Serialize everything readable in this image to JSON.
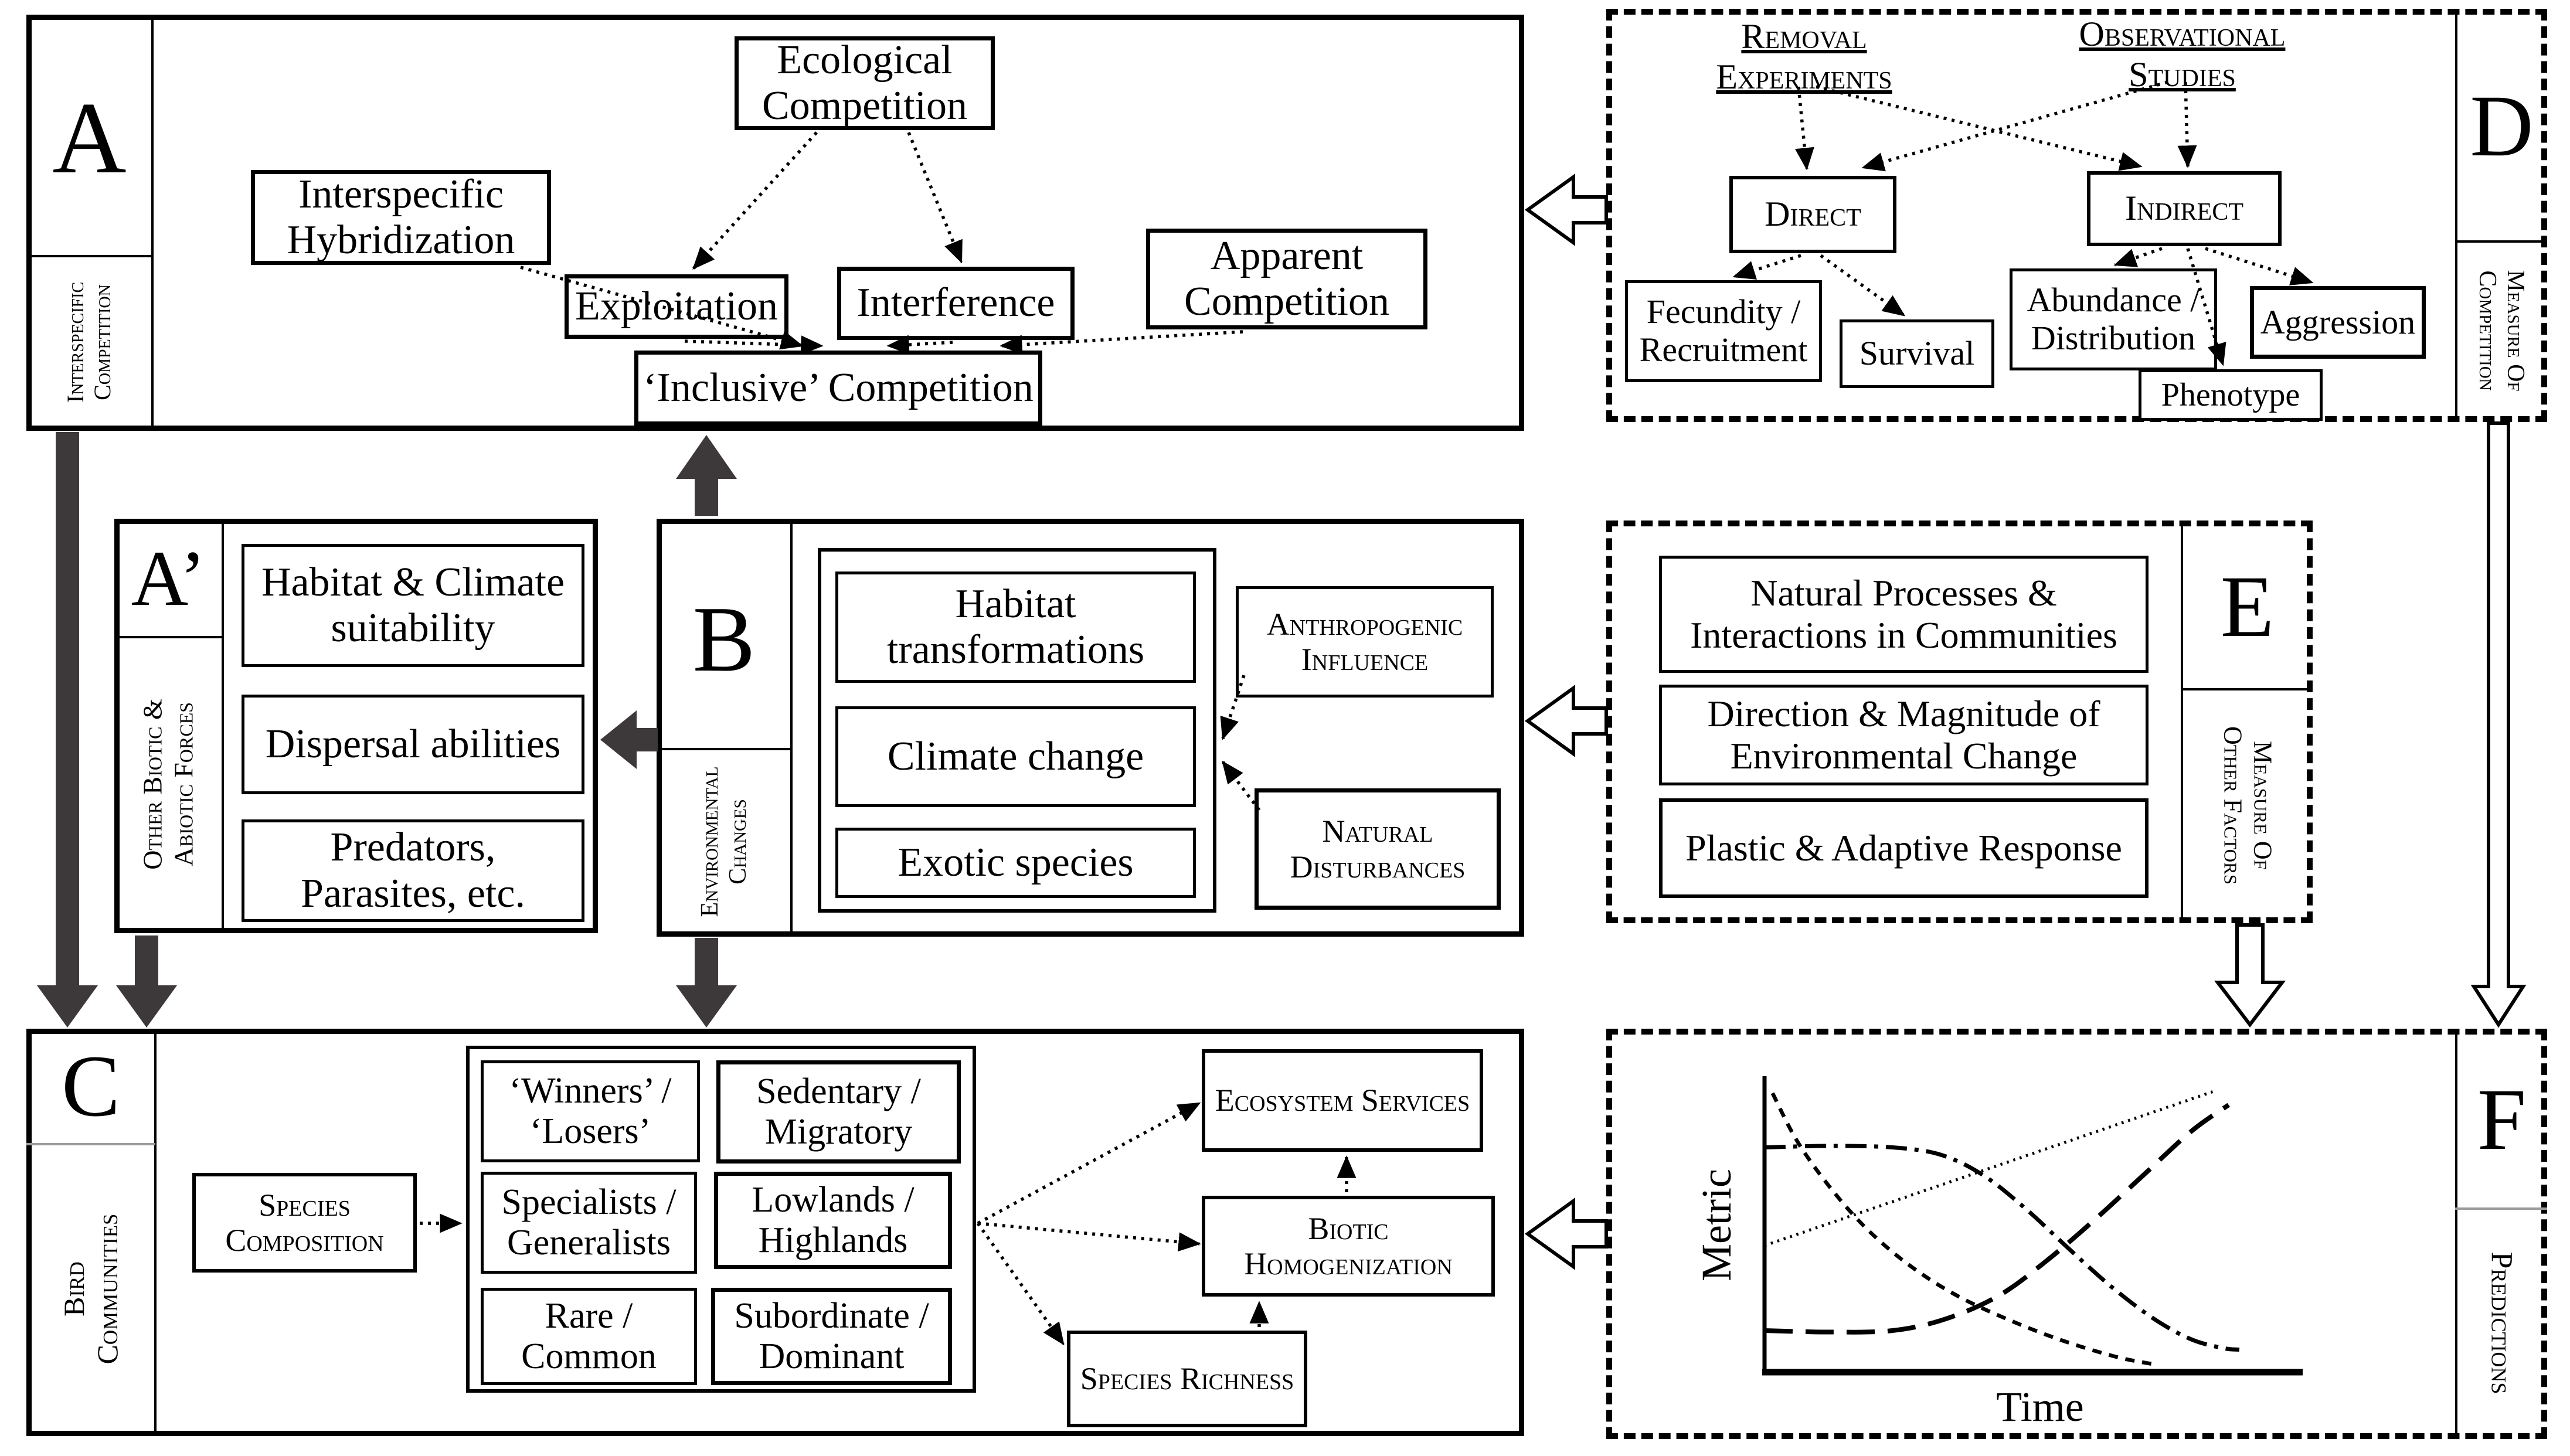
{
  "colors": {
    "ink": "#000000",
    "thick_arrow": "#3d393a",
    "muted_line": "#9b9b9b",
    "background": "#ffffff"
  },
  "panels": {
    "a": {
      "letter": "A",
      "side_label": "Interspecific\nCompetition",
      "boxes": {
        "eco": "Ecological Competition",
        "hyb": "Interspecific Hybridization",
        "expl": "Exploitation",
        "intf": "Interference",
        "appr": "Apparent Competition",
        "incl": "‘Inclusive’ Competition"
      }
    },
    "d": {
      "letter": "D",
      "side_label": "Measure Of\nCompetition",
      "headers": {
        "removal": "Removal Experiments",
        "observational": "Observational Studies"
      },
      "boxes": {
        "direct": "Direct",
        "indirect": "Indirect",
        "fec": "Fecundity / Recruitment",
        "surv": "Survival",
        "abund": "Abundance / Distribution",
        "aggr": "Aggression",
        "phen": "Phenotype"
      }
    },
    "a_prime": {
      "letter": "A’",
      "side_label": "Other Biotic &\nAbiotic Forces",
      "boxes": {
        "hab": "Habitat & Climate suitability",
        "disp": "Dispersal abilities",
        "pred": "Predators, Parasites, etc."
      }
    },
    "b": {
      "letter": "B",
      "side_label": "Environmental\nChanges",
      "boxes": {
        "hab": "Habitat transformations",
        "clim": "Climate change",
        "exo": "Exotic species",
        "anth": "Anthropogenic Influence",
        "nat": "Natural Disturbances"
      }
    },
    "e": {
      "letter": "E",
      "side_label": "Measure Of\nOther Factors",
      "boxes": {
        "nat": "Natural Processes & Interactions in Communities",
        "dir": "Direction & Magnitude of Environmental Change",
        "plast": "Plastic & Adaptive Response"
      }
    },
    "c": {
      "letter": "C",
      "side_label": "Bird\nCommunities",
      "boxes": {
        "spc": "Species Composition",
        "win": "‘Winners’ / ‘Losers’",
        "sed": "Sedentary / Migratory",
        "spec": "Specialists / Generalists",
        "low": "Lowlands / Highlands",
        "rare": "Rare / Common",
        "sub": "Subordinate / Dominant",
        "ecos": "Ecosystem Services",
        "bioh": "Biotic Homogenization",
        "rich": "Species Richness"
      }
    },
    "f": {
      "letter": "F",
      "side_label": "Predictions"
    }
  },
  "chart_data": {
    "type": "line",
    "title": "",
    "xlabel": "Time",
    "ylabel": "Metric",
    "x_range": [
      0,
      1
    ],
    "y_range": [
      0,
      1
    ],
    "grid": false,
    "legend": false,
    "series": [
      {
        "name": "steep-continuous-decline",
        "style": "short-dash",
        "points": [
          [
            0.015,
            0.96
          ],
          [
            0.06,
            0.8
          ],
          [
            0.12,
            0.645
          ],
          [
            0.19,
            0.5
          ],
          [
            0.27,
            0.375
          ],
          [
            0.36,
            0.27
          ],
          [
            0.46,
            0.185
          ],
          [
            0.56,
            0.115
          ],
          [
            0.66,
            0.06
          ],
          [
            0.73,
            0.035
          ]
        ]
      },
      {
        "name": "plateau-then-decline",
        "style": "dash-dot",
        "points": [
          [
            0.0,
            0.775
          ],
          [
            0.12,
            0.78
          ],
          [
            0.24,
            0.775
          ],
          [
            0.33,
            0.75
          ],
          [
            0.41,
            0.68
          ],
          [
            0.49,
            0.565
          ],
          [
            0.57,
            0.43
          ],
          [
            0.65,
            0.3
          ],
          [
            0.73,
            0.19
          ],
          [
            0.8,
            0.12
          ],
          [
            0.86,
            0.09
          ],
          [
            0.89,
            0.085
          ]
        ]
      },
      {
        "name": "linear-increase",
        "style": "dotted",
        "points": [
          [
            0.0,
            0.44
          ],
          [
            0.84,
            0.965
          ]
        ]
      },
      {
        "name": "plateau-then-increase",
        "style": "long-dash",
        "points": [
          [
            0.0,
            0.15
          ],
          [
            0.12,
            0.145
          ],
          [
            0.24,
            0.15
          ],
          [
            0.34,
            0.19
          ],
          [
            0.44,
            0.27
          ],
          [
            0.53,
            0.39
          ],
          [
            0.62,
            0.53
          ],
          [
            0.71,
            0.68
          ],
          [
            0.8,
            0.83
          ],
          [
            0.87,
            0.92
          ]
        ]
      }
    ]
  }
}
